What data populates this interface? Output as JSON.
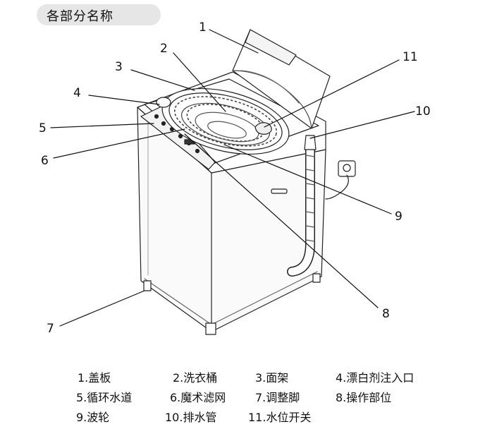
{
  "title": "各部分名称",
  "callouts": [
    {
      "id": "1",
      "text": "1"
    },
    {
      "id": "2",
      "text": "2"
    },
    {
      "id": "3",
      "text": "3"
    },
    {
      "id": "4",
      "text": "4"
    },
    {
      "id": "5",
      "text": "5"
    },
    {
      "id": "6",
      "text": "6"
    },
    {
      "id": "7",
      "text": "7"
    },
    {
      "id": "8",
      "text": "8"
    },
    {
      "id": "9",
      "text": "9"
    },
    {
      "id": "10",
      "text": "10"
    },
    {
      "id": "11",
      "text": "11"
    }
  ],
  "legend": [
    "1.盖板",
    "2.洗衣桶",
    "3.面架",
    "4.漂白剂注入口",
    "5.循环水道",
    "6.魔术滤网",
    "7.调整脚",
    "8.操作部位",
    "9.波轮",
    "10.排水管",
    "11.水位开关"
  ]
}
